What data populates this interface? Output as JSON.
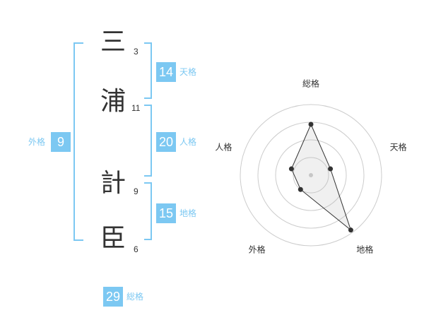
{
  "name_chars": [
    {
      "char": "三",
      "strokes": "3"
    },
    {
      "char": "浦",
      "strokes": "11"
    },
    {
      "char": "計",
      "strokes": "9"
    },
    {
      "char": "臣",
      "strokes": "6"
    }
  ],
  "kakusu": {
    "tenkaku": {
      "value": "14",
      "label": "天格"
    },
    "jinkaku": {
      "value": "20",
      "label": "人格"
    },
    "chikaku": {
      "value": "15",
      "label": "地格"
    },
    "gaikaku": {
      "value": "9",
      "label": "外格"
    },
    "soukaku": {
      "value": "29",
      "label": "総格"
    }
  },
  "colors": {
    "accent": "#7cc8f2",
    "text": "#333333",
    "grid": "#cccccc"
  },
  "chart_data": {
    "type": "radar",
    "axes": [
      "総格",
      "天格",
      "地格",
      "外格",
      "人格"
    ],
    "values": [
      0.72,
      0.29,
      0.96,
      0.25,
      0.29
    ],
    "rings": 4
  }
}
